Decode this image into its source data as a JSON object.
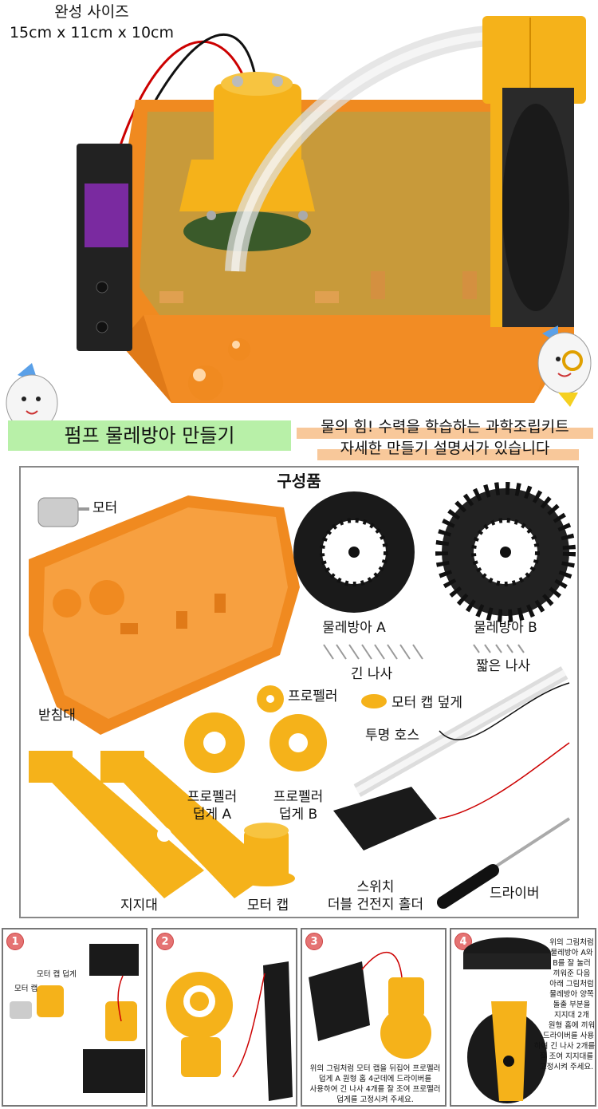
{
  "hero": {
    "size_title": "완성 사이즈",
    "size_dims": "15cm x 11cm x 10cm",
    "banner_left": "펌프 물레방아 만들기",
    "banner_right_1": "물의 힘! 수력을 학습하는 과학조립키트",
    "banner_right_2": "자세한 만들기 설명서가 있습니다"
  },
  "components": {
    "title": "구성품",
    "motor": "모터",
    "base": "받침대",
    "waterwheel_a": "물레방아 A",
    "waterwheel_b": "물레방아 B",
    "long_screw": "긴 나사",
    "short_screw": "짧은 나사",
    "propeller": "프로펠러",
    "motor_cap_cover": "모터 캡 덮게",
    "clear_hose": "투명 호스",
    "prop_cover_a_1": "프로펠러",
    "prop_cover_a_2": "덥게 A",
    "prop_cover_b_1": "프로펠러",
    "prop_cover_b_2": "덥게 B",
    "stand": "지지대",
    "motor_cap": "모터 캡",
    "switch_holder_1": "스위치",
    "switch_holder_2": "더블 건전지 홀더",
    "screwdriver": "드라이버"
  },
  "steps": [
    {
      "num": "1",
      "label_cover": "모터 캡 덥게",
      "label_cap": "모터 캡"
    },
    {
      "num": "2"
    },
    {
      "num": "3",
      "text": [
        "위의 그림처럼 모터 캡을 뒤집어 프로펠러",
        "덥게 A 원형 홈 4군데에 드라이버를",
        "사용하여 긴 나사 4개를 잘 조여 프로펠러",
        "덥게를 고정시켜 주세요."
      ]
    },
    {
      "num": "4",
      "text": [
        "위의 그림처럼",
        "물레방아 A와",
        "B를 잘 눌러",
        "끼워준 다음",
        "아래 그림처럼",
        "물레방아 양쪽",
        "돌출 부분을",
        "지지대 2개",
        "원형 홈에 끼워",
        "드라이버를 사용",
        "하여 긴 나사 2개를",
        "잘 조여 지지대를",
        "고정시켜 주세요."
      ]
    }
  ],
  "colors": {
    "orange": "#f08a20",
    "yellow": "#f5b21a",
    "black": "#1a1a1a",
    "green_banner": "#b8f0a8",
    "peach": "#f8c89a"
  }
}
